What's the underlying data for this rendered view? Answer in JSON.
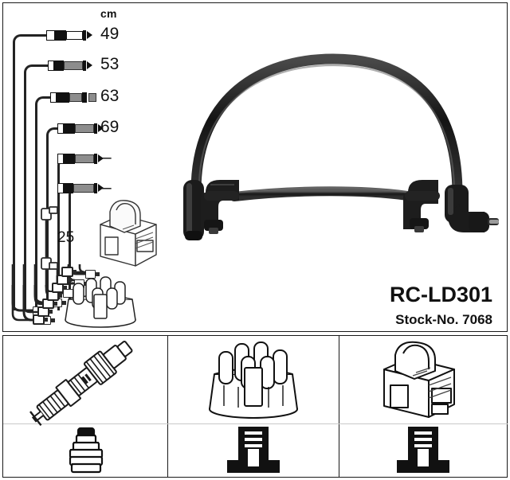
{
  "product": {
    "name": "RC-LD301",
    "stock_label": "Stock-No. 7068"
  },
  "legend": {
    "unit_header": "cm",
    "rows": [
      {
        "length": "49",
        "is_dash": false
      },
      {
        "length": "53",
        "is_dash": false
      },
      {
        "length": "63",
        "is_dash": false
      },
      {
        "length": "69",
        "is_dash": false
      },
      {
        "length": "–",
        "is_dash": true
      },
      {
        "length": "–",
        "is_dash": true
      }
    ],
    "short_lead_length": "25"
  },
  "schematic": {
    "coil_icon": "ignition-coil-icon",
    "distributor_cap_icon": "distributor-cap-icon",
    "cable_photo_icon": "ignition-cable-photo"
  },
  "panels": [
    {
      "id": "spark-plug",
      "art_icon": "spark-plug-icon",
      "symbol_icon": "spark-plug-boot-symbol"
    },
    {
      "id": "distributor-cap",
      "art_icon": "distributor-cap-icon",
      "symbol_icon": "distributor-terminal-symbol"
    },
    {
      "id": "ignition-coil",
      "art_icon": "ignition-coil-icon",
      "symbol_icon": "coil-terminal-symbol"
    }
  ],
  "colors": {
    "line": "#1a1a1a",
    "cable": "#232323",
    "divider": "#c9c9c9",
    "background": "#ffffff"
  }
}
